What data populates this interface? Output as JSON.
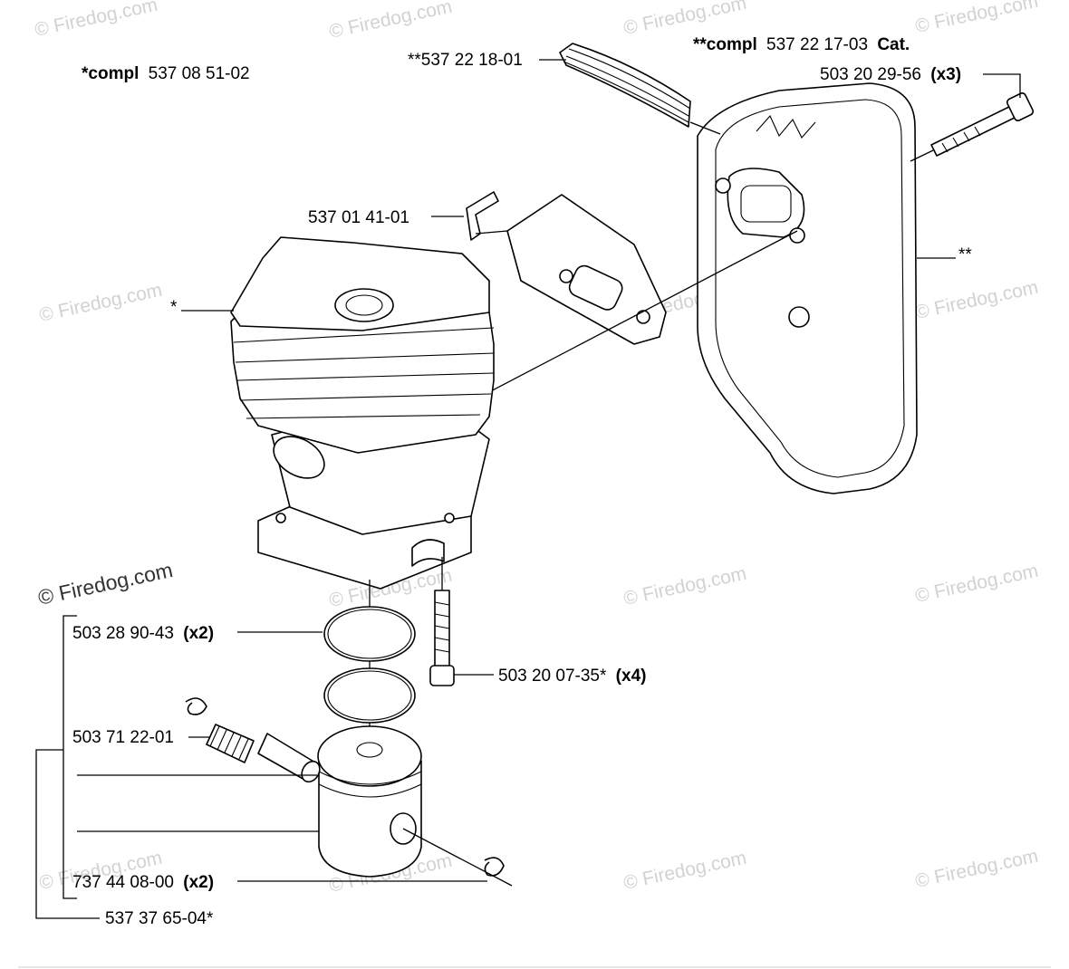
{
  "watermark": {
    "text": "© Firedog.com",
    "prominent_text": "© Firedog.com"
  },
  "assemblies": {
    "cylinder_compl": {
      "prefix": "*compl",
      "number": "537 08 51-02"
    },
    "muffler_compl": {
      "prefix": "**compl",
      "number": "537 22 17-03",
      "suffix": "Cat."
    }
  },
  "callouts": {
    "screen": "**537 22 18-01",
    "bolt_muffler": {
      "number": "503 20 29-56",
      "qty": "(x3)"
    },
    "bracket": "537 01 41-01",
    "muffler_marker": "**",
    "cylinder_marker": "*",
    "piston_ring": {
      "number": "503 28 90-43",
      "qty": "(x2)"
    },
    "cylinder_screw": {
      "number": "503 20 07-35*",
      "qty": "(x4)"
    },
    "needle_bearing": "503 71 22-01",
    "circlip": {
      "number": "737 44 08-00",
      "qty": "(x2)"
    },
    "piston_kit": "537 37 65-04*"
  }
}
